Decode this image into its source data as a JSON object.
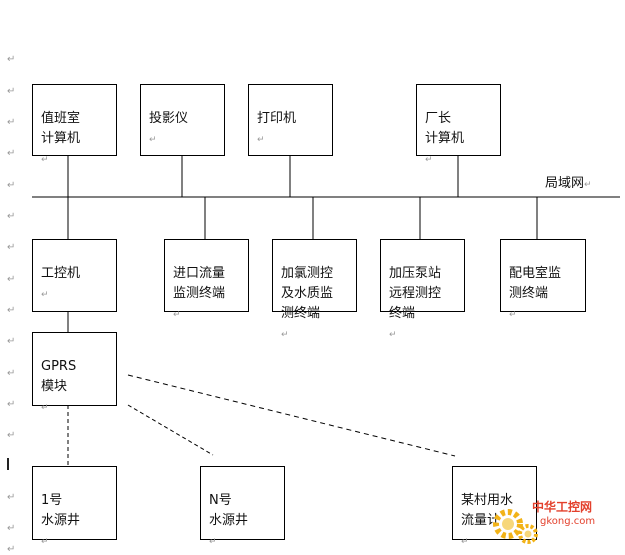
{
  "nodes": [
    {
      "id": "duty-room-computer",
      "text": "值班室\n计算机"
    },
    {
      "id": "projector",
      "text": "投影仪"
    },
    {
      "id": "printer",
      "text": "打印机"
    },
    {
      "id": "director-computer",
      "text": "厂长\n计算机"
    },
    {
      "id": "industrial-pc",
      "text": "工控机"
    },
    {
      "id": "inlet-flow-terminal",
      "text": "进口流量\n监测终端"
    },
    {
      "id": "chlorination-terminal",
      "text": "加氯测控\n及水质监\n测终端"
    },
    {
      "id": "booster-station-terminal",
      "text": "加压泵站\n远程测控\n终端"
    },
    {
      "id": "power-room-terminal",
      "text": "配电室监\n测终端"
    },
    {
      "id": "gprs-module",
      "text": "GPRS\n模块"
    },
    {
      "id": "well-1",
      "text": "1号\n水源井"
    },
    {
      "id": "well-n",
      "text": "N号\n水源井"
    },
    {
      "id": "village-flowmeter",
      "text": "某村用水\n流量计"
    }
  ],
  "lan_label": "局域网",
  "watermark": {
    "cn": "中华工控网",
    "url": "gkong.com"
  },
  "colors": {
    "line": "#000000",
    "watermark": "#e3402c",
    "para_mark": "#9a9a9a"
  }
}
